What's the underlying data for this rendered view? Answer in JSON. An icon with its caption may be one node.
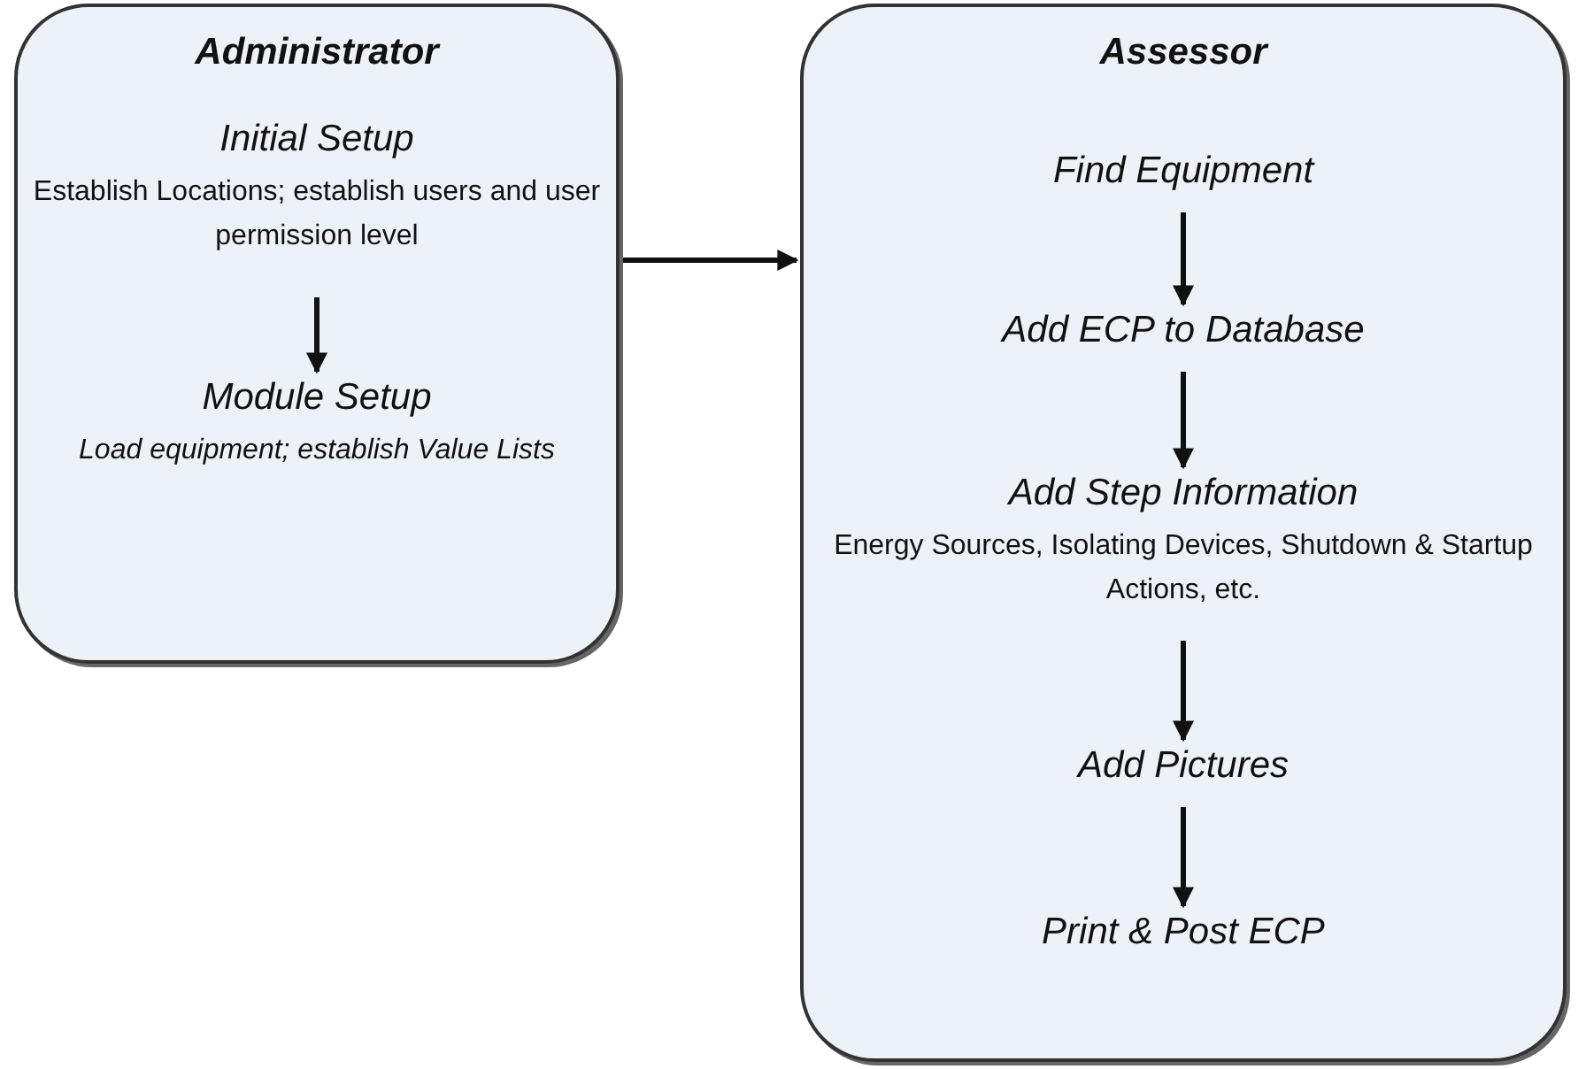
{
  "diagram": {
    "nodes": [
      {
        "text": [
          "Administrator"
        ]
      },
      {
        "text": [
          "Initial Setup",
          "Establish Locations; establish users and user permission level"
        ],
        "in": 0
      },
      {
        "text": [
          "Module Setup",
          "Load equipment; establish Value Lists"
        ],
        "in": 0
      },
      {
        "text": [
          "Assessor"
        ]
      },
      {
        "text": [
          "Find Equipment"
        ],
        "in": 3
      },
      {
        "text": [
          "Add ECP to Database"
        ],
        "in": 3
      },
      {
        "text": [
          "Add Step Information",
          "Energy Sources, Isolating Devices, Shutdown & Startup Actions, etc."
        ],
        "in": 3
      },
      {
        "text": [
          "Add Pictures"
        ],
        "in": 3
      },
      {
        "text": [
          "Print & Post ECP"
        ],
        "in": 3
      }
    ],
    "edges": [
      {
        "from": 1,
        "to": 2,
        "arrow": "to"
      },
      {
        "from": 0,
        "to": 3,
        "arrow": "to"
      },
      {
        "from": 4,
        "to": 5,
        "arrow": "to"
      },
      {
        "from": 5,
        "to": 6,
        "arrow": "to"
      },
      {
        "from": 6,
        "to": 7,
        "arrow": "to"
      },
      {
        "from": 7,
        "to": 8,
        "arrow": "to"
      }
    ]
  }
}
